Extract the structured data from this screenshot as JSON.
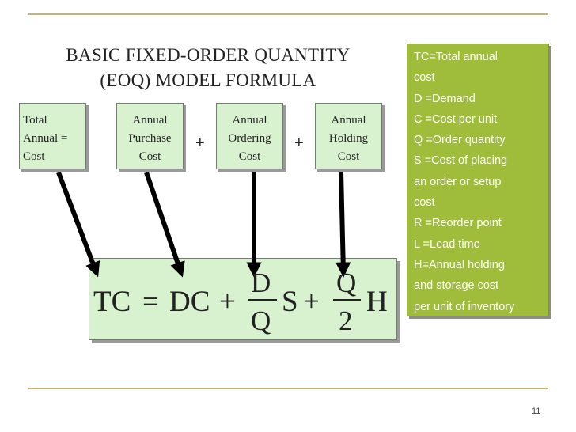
{
  "title": {
    "line1": "BASIC FIXED-ORDER QUANTITY",
    "line2": "(EOQ) MODEL FORMULA"
  },
  "cost_boxes": [
    {
      "lines": [
        "Total",
        "Annual =",
        "Cost"
      ]
    },
    {
      "lines": [
        "Annual",
        "Purchase",
        "Cost"
      ]
    },
    {
      "lines": [
        "Annual",
        "Ordering",
        "Cost"
      ]
    },
    {
      "lines": [
        "Annual",
        "Holding",
        "Cost"
      ]
    }
  ],
  "operators": {
    "plus1": "+",
    "plus2": "+"
  },
  "formula": {
    "lhs": "TC",
    "eq": "=",
    "term1": "DC",
    "plus": "+",
    "frac1_num": "D",
    "frac1_den": "Q",
    "term2": "S",
    "frac2_num": "Q",
    "frac2_den": "2",
    "term3": "H"
  },
  "definitions": {
    "lines": [
      "TC=Total annual",
      "cost",
      "D =Demand",
      "C =Cost per unit",
      "Q =Order quantity",
      "S =Cost of placing",
      "an order or setup",
      "cost",
      "R =Reorder point",
      "L =Lead time",
      "H=Annual holding",
      "and storage cost",
      "per unit of inventory"
    ]
  },
  "page_number": "11",
  "colors": {
    "box_fill": "#d8f2d0",
    "definitions_fill": "#9fbd3b",
    "rule": "#c8b26a"
  }
}
